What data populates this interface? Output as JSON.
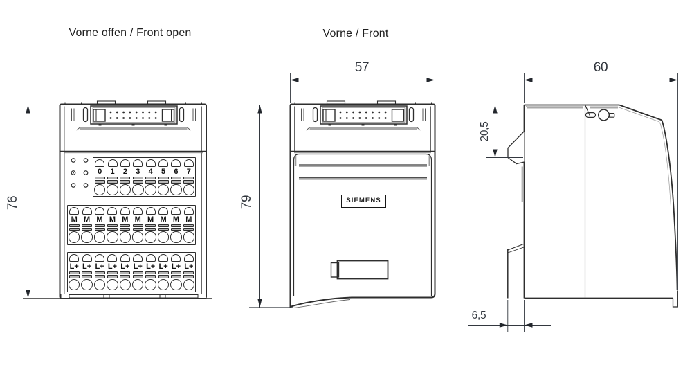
{
  "views": {
    "front_open": {
      "title": "Vorne offen / Front open",
      "height_dim": "76",
      "terminal_rows": [
        {
          "name": "channel-row",
          "labels": [
            "0",
            "1",
            "2",
            "3",
            "4",
            "5",
            "6",
            "7"
          ]
        },
        {
          "name": "ground-row",
          "labels": [
            "M",
            "M",
            "M",
            "M",
            "M",
            "M",
            "M",
            "M",
            "M",
            "M"
          ]
        },
        {
          "name": "supply-row",
          "labels": [
            "L+",
            "L+",
            "L+",
            "L+",
            "L+",
            "L+",
            "L+",
            "L+",
            "L+",
            "L+"
          ]
        }
      ]
    },
    "front": {
      "title": "Vorne / Front",
      "width_dim": "57",
      "height_dim": "79",
      "brand": "SIEMENS"
    },
    "side": {
      "depth_dim": "60",
      "connector_depth_dim": "20,5",
      "front_flap_depth_dim": "6,5"
    }
  },
  "colors": {
    "line": "#2e2e2e",
    "shadow": "#a8a8a8",
    "background": "#ffffff"
  }
}
